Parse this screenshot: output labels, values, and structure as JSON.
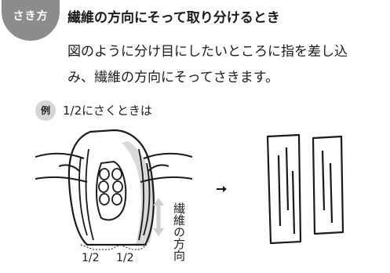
{
  "badge": {
    "label": "さき方"
  },
  "title": "繊維の方向にそって取り分けるとき",
  "body": {
    "line1": "図のように分け目にしたいところに指を差し込",
    "line2": "み、繊維の方向にそってさきます。"
  },
  "example": {
    "icon_label": "例",
    "text": "1/2にさくときは"
  },
  "illustration": {
    "direction_label": "繊維の方向",
    "half_left": "1/2",
    "half_right": "1/2"
  },
  "icons": {
    "arrow": "arrow-right-icon",
    "direction": "double-arrow-vertical-icon"
  },
  "colors": {
    "badge": "#8c8c8c",
    "example_badge": "#d6d6d6",
    "ink": "#1a1a1a",
    "shadow": "#d9d9d9"
  }
}
